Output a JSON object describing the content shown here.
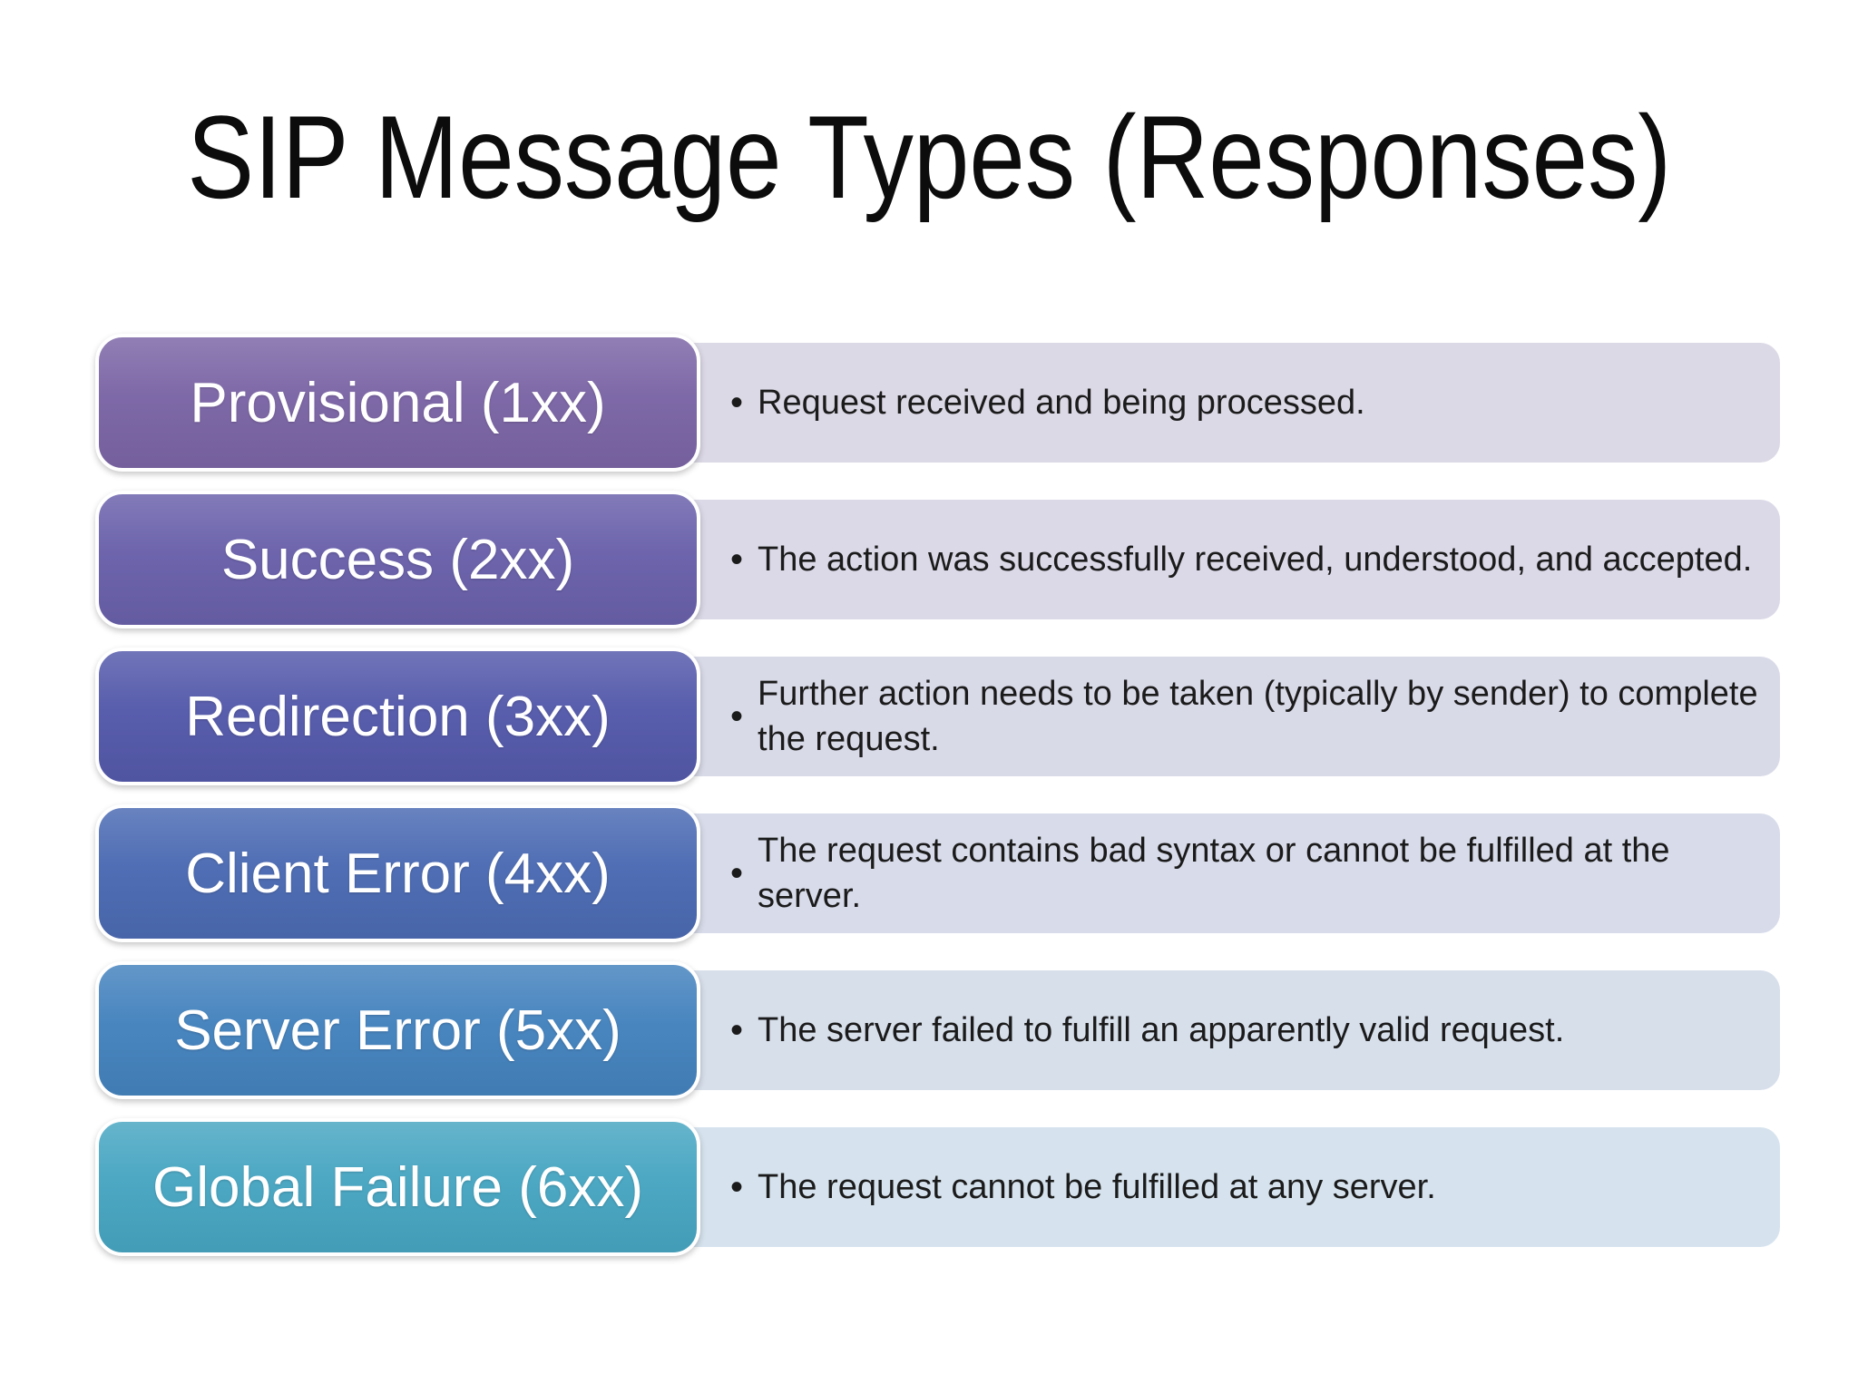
{
  "slide": {
    "title": "SIP Message Types (Responses)",
    "bullet": "•",
    "background_color": "#ffffff",
    "title_color": "#0c0c0c",
    "rows": [
      {
        "label": "Provisional (1xx)",
        "description": "Request received and being processed.",
        "box_color": "#7c66a6",
        "desc_bg": "#dcd9e6"
      },
      {
        "label": "Success (2xx)",
        "description": "The action was successfully received, understood, and accepted.",
        "box_color": "#6a61ab",
        "desc_bg": "#dbd9e7"
      },
      {
        "label": "Redirection (3xx)",
        "description": "Further action needs to be taken (typically by sender) to complete the request.",
        "box_color": "#555aab",
        "desc_bg": "#d9dae8"
      },
      {
        "label": "Client Error (4xx)",
        "description": "The request contains bad syntax or cannot be fulfilled at the server.",
        "box_color": "#4c6bb3",
        "desc_bg": "#d8dcea"
      },
      {
        "label": "Server Error (5xx)",
        "description": "The server failed to fulfill an apparently valid request.",
        "box_color": "#4583be",
        "desc_bg": "#d7dfeb"
      },
      {
        "label": "Global Failure (6xx)",
        "description": "The request cannot be fulfilled at any server.",
        "box_color": "#48a6c2",
        "desc_bg": "#d6e3ee"
      }
    ]
  }
}
